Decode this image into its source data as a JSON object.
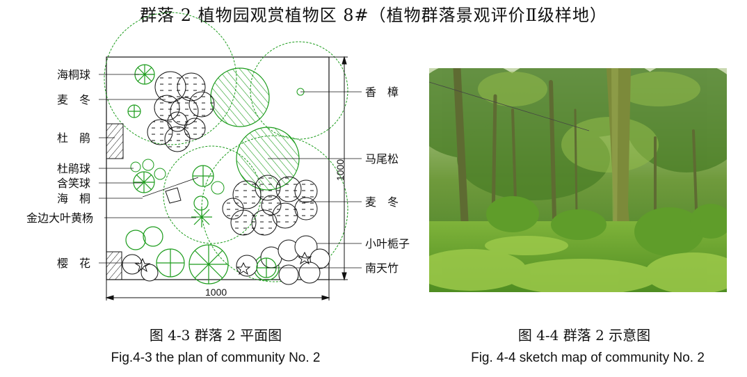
{
  "title": "群落 2  植物园观赏植物区 8#（植物群落景观评价Ⅱ级样地）",
  "plan": {
    "labels_left": [
      "海桐球",
      "麦　冬",
      "杜　鹃",
      "杜鹃球",
      "含笑球",
      "海　桐",
      "金边大叶黄杨",
      "樱　花"
    ],
    "labels_right": [
      "香　樟",
      "马尾松",
      "麦　冬",
      "小叶栀子",
      "南天竹"
    ],
    "dim_bottom": "1000",
    "dim_right": "1000"
  },
  "captions": {
    "plan_cn": "图 4-3  群落 2 平面图",
    "plan_en": "Fig.4-3 the plan of community No. 2",
    "photo_cn": "图 4-4  群落 2 示意图",
    "photo_en": "Fig. 4-4 sketch map of community No. 2"
  },
  "colors": {
    "plant_green": "#1a9b1a",
    "line": "#111111"
  },
  "photo_alt_icon": "forest-photo"
}
